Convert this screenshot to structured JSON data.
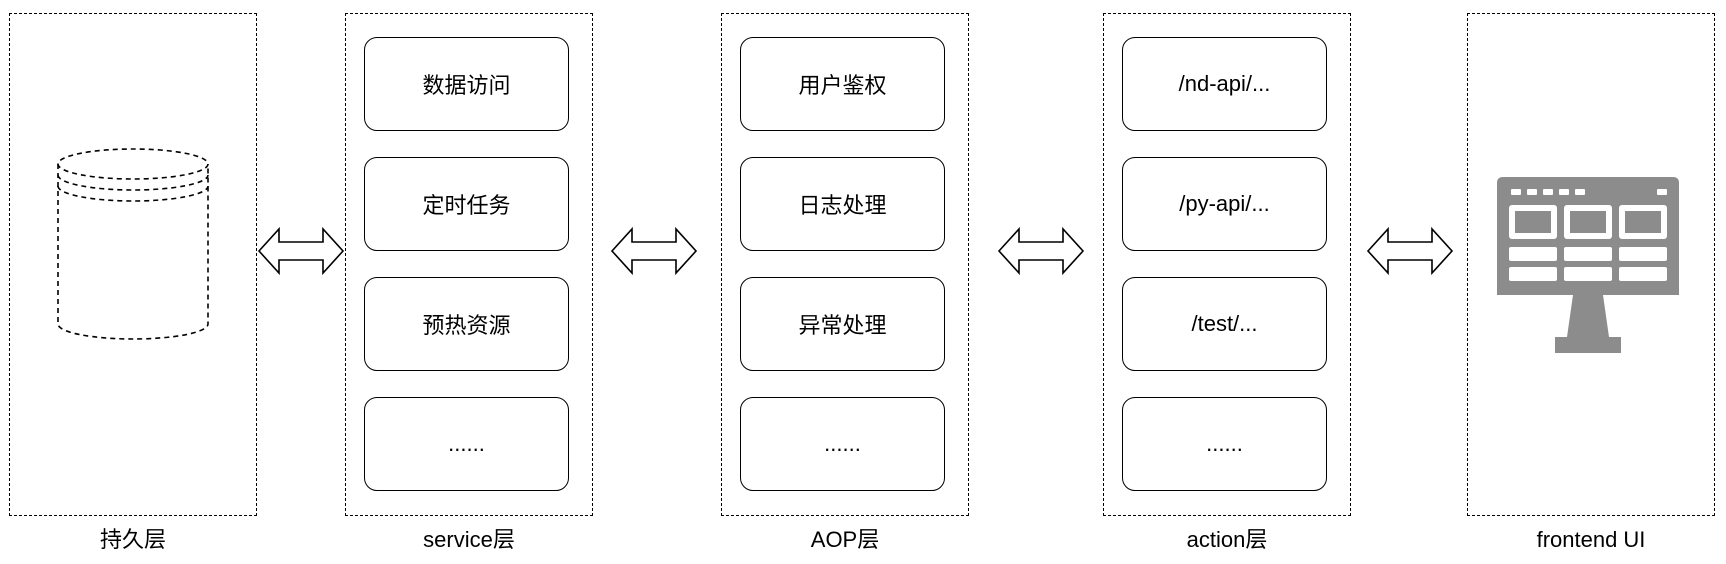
{
  "layers": [
    {
      "label": "持久层",
      "items": []
    },
    {
      "label": "service层",
      "items": [
        "数据访问",
        "定时任务",
        "预热资源",
        "......"
      ]
    },
    {
      "label": "AOP层",
      "items": [
        "用户鉴权",
        "日志处理",
        "异常处理",
        "......"
      ]
    },
    {
      "label": "action层",
      "items": [
        "/nd-api/...",
        "/py-api/...",
        "/test/...",
        "......"
      ]
    },
    {
      "label": "frontend UI",
      "items": []
    }
  ],
  "icons": {
    "persistence": "database-icon",
    "frontend": "monitor-icon"
  },
  "colors": {
    "stroke": "#000000",
    "monitor": "#8c8c8c"
  }
}
